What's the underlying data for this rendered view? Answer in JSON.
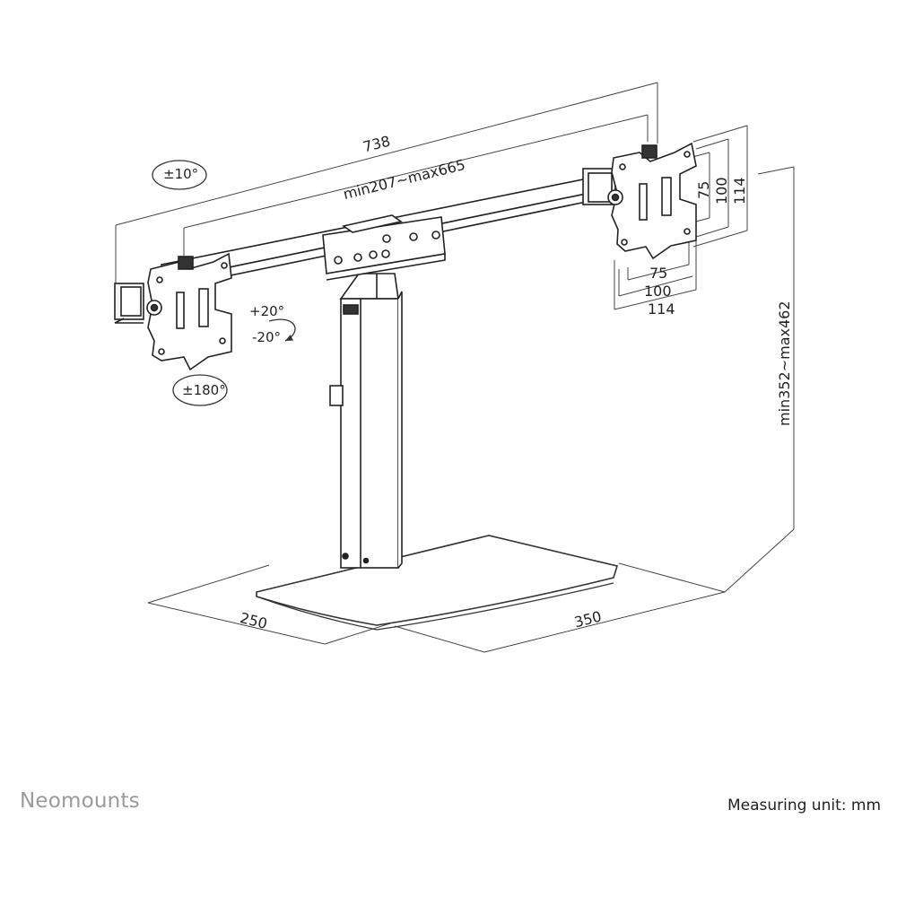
{
  "dimensions": {
    "total_width": "738",
    "arm_span": "min207~max665",
    "height": "min352~max462",
    "base_depth": "250",
    "base_width": "350",
    "vesa_75": "75",
    "vesa_100": "100",
    "vesa_114": "114"
  },
  "rotations": {
    "tilt": "±10°",
    "swivel_up": "+20°",
    "swivel_down": "-20°",
    "rotate": "±180°"
  },
  "footer": {
    "brand": "Neomounts",
    "unit": "Measuring unit: mm"
  }
}
